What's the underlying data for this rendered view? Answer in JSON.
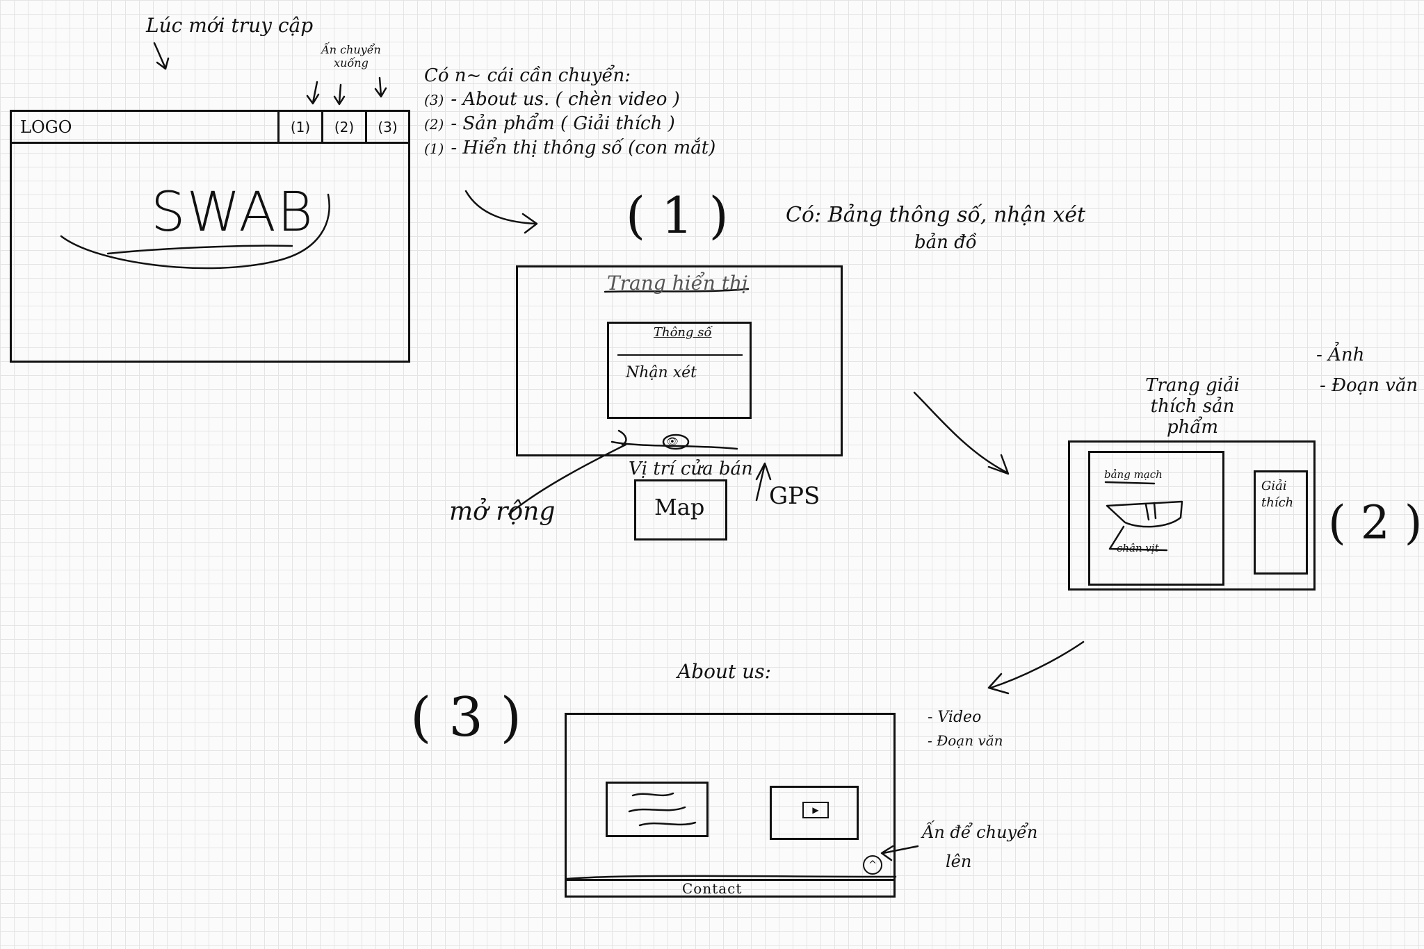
{
  "top_note": "Lúc mới truy cập",
  "tab_note": "Ấn chuyển xuống",
  "landing": {
    "logo": "LOGO",
    "tabs": [
      "(1)",
      "(2)",
      "(3)"
    ],
    "title": "SWAB"
  },
  "nav_note": {
    "heading": "Có n~ cái cần chuyển:",
    "items": [
      {
        "num": "(3)",
        "text": "- About us. ( chèn video )"
      },
      {
        "num": "(2)",
        "text": "- Sản phẩm ( Giải thích )"
      },
      {
        "num": "(1)",
        "text": "- Hiển thị thông số (con mắt)"
      }
    ]
  },
  "page1": {
    "label": "( 1 )",
    "note_line1": "Có:   Bảng thông số, nhận xét",
    "note_line2": "bản đồ",
    "title": "Trang hiển thị",
    "panel_top": "Thông số",
    "panel_bottom": "Nhận xét",
    "eye_icon": "eye",
    "location_label": "Vị trí cửa bán",
    "map_label": "Map",
    "expand_note": "mở rộng",
    "gps_note": "GPS"
  },
  "page2": {
    "label": "( 2 )",
    "title": "Trang giải thích sản phẩm",
    "side_notes": [
      "- Ảnh",
      "- Đoạn văn"
    ],
    "board_label": "bảng mạch",
    "screw_label": "chân vịt",
    "explain_label": "Giải thích"
  },
  "page3": {
    "label": "( 3 )",
    "title": "About us:",
    "side_notes": [
      "- Video",
      "- Đoạn văn"
    ],
    "play_icon": "play",
    "up_icon": "chevron-up",
    "up_note_line1": "Ấn để chuyển",
    "up_note_line2": "lên",
    "footer": "Contact"
  }
}
